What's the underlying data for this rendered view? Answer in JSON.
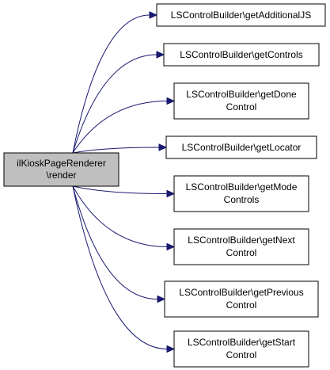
{
  "graph": {
    "source": {
      "lines": [
        "ilKioskPageRenderer",
        "\\render"
      ],
      "fill": "#bfbfbf"
    },
    "targets": [
      {
        "lines": [
          "LSControlBuilder\\getAdditionalJS"
        ]
      },
      {
        "lines": [
          "LSControlBuilder\\getControls"
        ]
      },
      {
        "lines": [
          "LSControlBuilder\\getDone",
          "Control"
        ]
      },
      {
        "lines": [
          "LSControlBuilder\\getLocator"
        ]
      },
      {
        "lines": [
          "LSControlBuilder\\getMode",
          "Controls"
        ]
      },
      {
        "lines": [
          "LSControlBuilder\\getNext",
          "Control"
        ]
      },
      {
        "lines": [
          "LSControlBuilder\\getPrevious",
          "Control"
        ]
      },
      {
        "lines": [
          "LSControlBuilder\\getStart",
          "Control"
        ]
      }
    ],
    "colors": {
      "edge": "#191970",
      "target_fill": "#ffffff",
      "border": "#000000"
    }
  }
}
